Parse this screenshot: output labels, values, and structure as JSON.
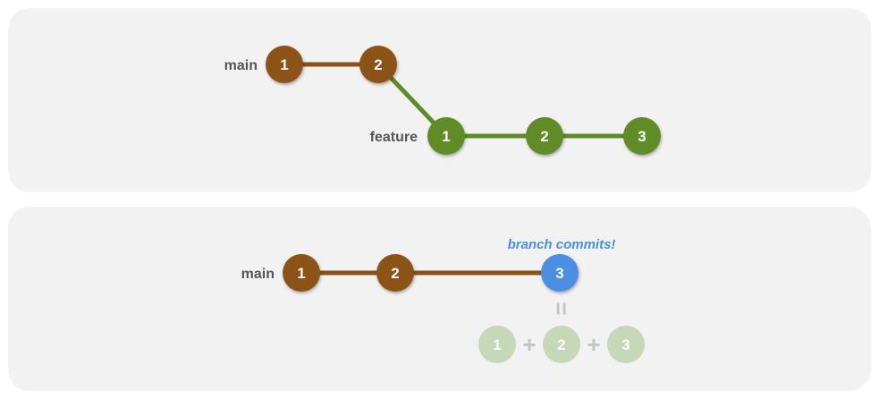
{
  "colors": {
    "main_commit": "#8b5219",
    "feature_commit": "#5e8c25",
    "squashed_commit": "#4a90e2",
    "ghost_commit": "#c7d8b8",
    "panel_background": "#f2f2f2",
    "label_text": "#555555"
  },
  "top_panel": {
    "main_label": "main",
    "feature_label": "feature",
    "main_commits": [
      "1",
      "2"
    ],
    "feature_commits": [
      "1",
      "2",
      "3"
    ]
  },
  "bottom_panel": {
    "main_label": "main",
    "main_commits": [
      "1",
      "2",
      "3"
    ],
    "annotation": "branch commits!",
    "equals_symbol": "=",
    "ghost_commits": [
      "1",
      "2",
      "3"
    ],
    "plus_symbol": "+"
  }
}
